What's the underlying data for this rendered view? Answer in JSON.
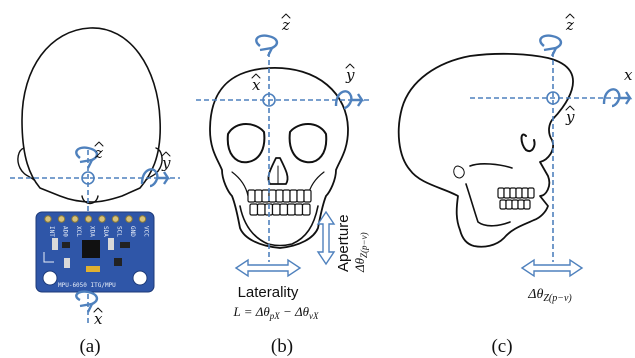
{
  "panels": [
    {
      "label": "(a)"
    },
    {
      "label": "(b)"
    },
    {
      "label": "(c)"
    }
  ],
  "axes": {
    "a": {
      "z": "z",
      "y": "y",
      "x": "x"
    },
    "b": {
      "z": "z",
      "x": "x",
      "y": "y"
    },
    "c": {
      "z": "z",
      "x": "x",
      "y": "y"
    }
  },
  "annotations": {
    "laterality_title": "Laterality",
    "laterality_formula": "L = Δθ",
    "laterality_sub1": "pX",
    "laterality_mid": " − Δθ",
    "laterality_sub2": "vX",
    "aperture_title": "Aperture",
    "aperture_symbol": "Δθ",
    "aperture_sub": "Z(p−v)",
    "c_symbol": "Δθ",
    "c_sub": "Z(p−v)"
  },
  "sensor_board": {
    "name": "MPU-6050 ITG/MPU",
    "pin_labels": [
      "INT",
      "AD0",
      "XCL",
      "XDA",
      "SDA",
      "SCL",
      "GND",
      "VCC"
    ],
    "color": "#2f56a8"
  },
  "colors": {
    "axis": "#4f81bd",
    "ink": "#111111"
  }
}
